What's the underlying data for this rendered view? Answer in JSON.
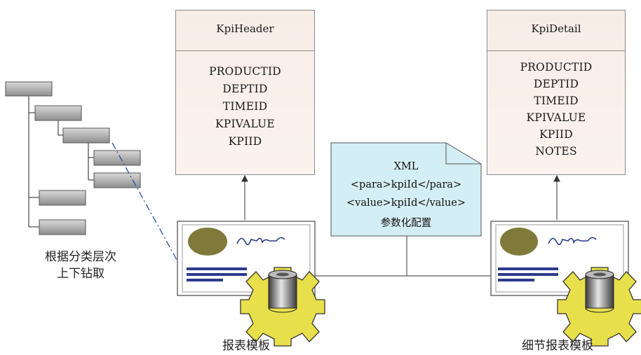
{
  "kpi_header": {
    "title": "KpiHeader",
    "fields": [
      "PRODUCTID",
      "DEPTID",
      "TIMEID",
      "KPIVALUE",
      "KPIID"
    ]
  },
  "kpi_detail": {
    "title": "KpiDetail",
    "fields": [
      "PRODUCTID",
      "DEPTID",
      "TIMEID",
      "KPIVALUE",
      "KPIID",
      "NOTES"
    ]
  },
  "xml_note": {
    "lines": [
      "XML",
      "<para>kpiId</para>",
      "<value>kpiId</value>",
      "参数化配置"
    ]
  },
  "captions": {
    "drill": [
      "根据分类层次",
      "上下钻取"
    ],
    "report_template": "报表模板",
    "detail_template": "细节报表模板"
  },
  "colors": {
    "entity_fill": "#f8ece6",
    "note_fill": "#d4eef5",
    "tree_bar": "#a9a9a9",
    "dash_line": "#2a4fa0",
    "olive": "#7f7a3a",
    "gear": "#e8e04a",
    "doc_lines": "#2d3a8c"
  }
}
